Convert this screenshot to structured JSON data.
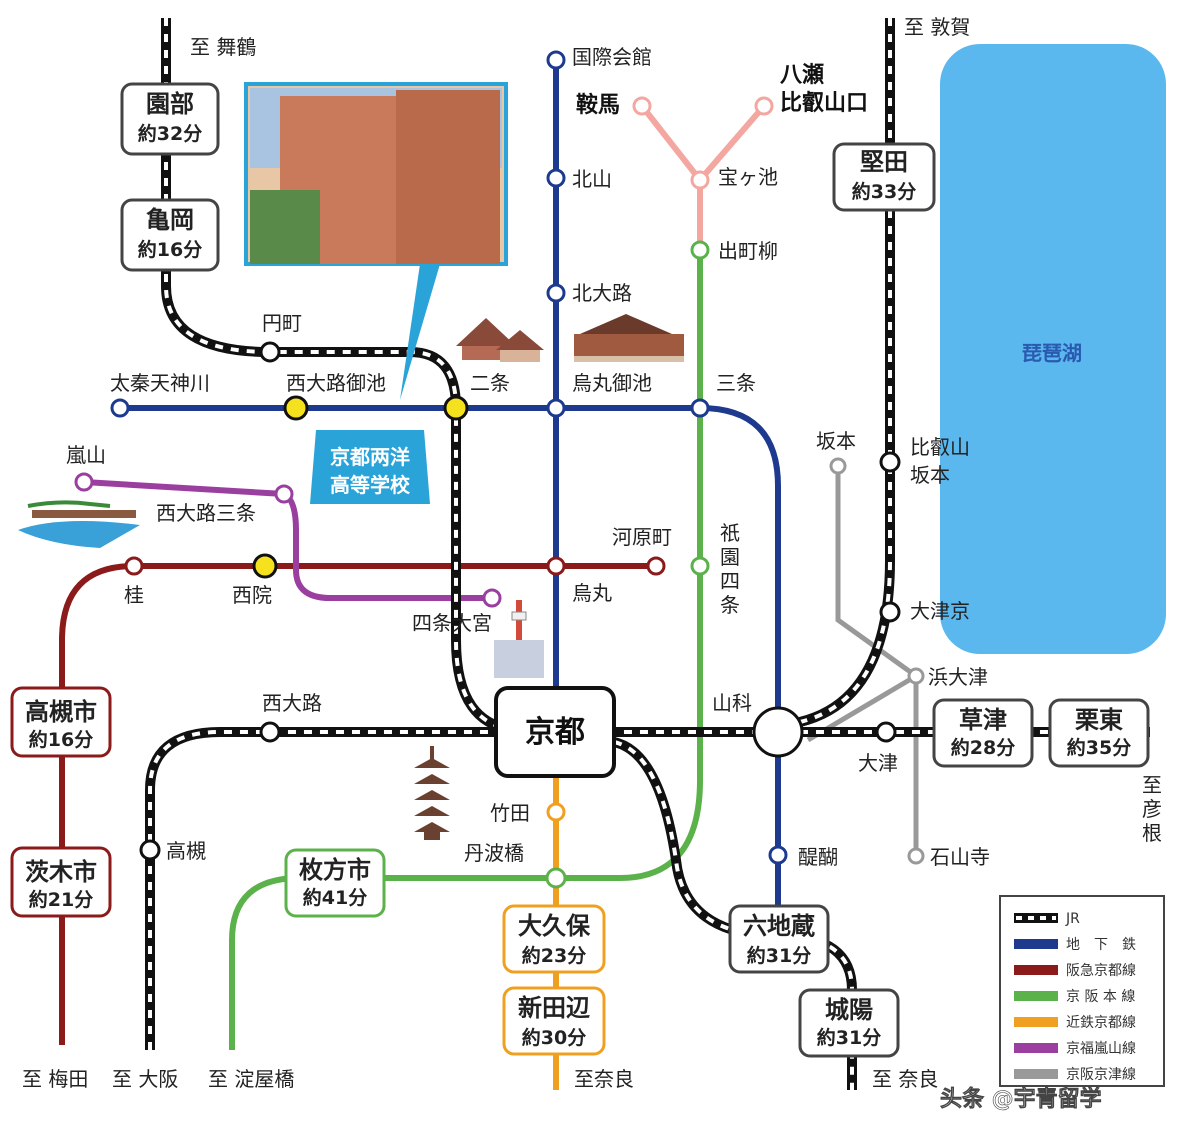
{
  "colors": {
    "jr": "#111111",
    "subway": "#1d3a8f",
    "hankyu": "#8b1a1a",
    "keihan": "#5cb24a",
    "kintetsu": "#f0a020",
    "randen": "#9a3fa0",
    "keishin": "#999999",
    "eizan": "#f3a7a0",
    "lake": "#5ab8ef",
    "school": "#2aa3d8",
    "transfer": "#f5e11e"
  },
  "directions": {
    "maizuru": "至 舞鶴",
    "tsuruga": "至 敦賀",
    "umeda": "至 梅田",
    "osaka": "至 大阪",
    "yodoyabashi": "至 淀屋橋",
    "nara_kintetsu": "至奈良",
    "nara_jr": "至 奈良",
    "hikone": "至\n彦\n根"
  },
  "stations": {
    "kokusai": "国際会館",
    "kitayama": "北山",
    "kitaoji": "北大路",
    "kurama": "鞍馬",
    "yase": "八瀬\n比叡山口",
    "takaragaike": "宝ヶ池",
    "demachi": "出町柳",
    "enmachi": "円町",
    "uzumasa": "太秦天神川",
    "nishioji_oike": "西大路御池",
    "nijo": "二条",
    "karasuma_oike": "烏丸御池",
    "sanjo": "三条",
    "arashiyama": "嵐山",
    "nishioji_sanjo": "西大路三条",
    "kawaramachi": "河原町",
    "gion": "祇\n園\n四\n条",
    "katsura": "桂",
    "saiin": "西院",
    "karasuma": "烏丸",
    "shijo_omiya": "四条大宮",
    "nishioji": "西大路",
    "kyoto": "京都",
    "yamashina": "山科",
    "sakamoto": "坂本",
    "hieizan_sakamoto": "比叡山\n坂本",
    "otsukyo": "大津京",
    "hamaotsu": "浜大津",
    "otsu": "大津",
    "ishiyamadera": "石山寺",
    "takatsuki": "高槻",
    "takeda": "竹田",
    "tanbabashi": "丹波橋",
    "daigo": "醍醐"
  },
  "boxed": {
    "sonobe": {
      "name": "園部",
      "time": "約32分"
    },
    "kameoka": {
      "name": "亀岡",
      "time": "約16分"
    },
    "katata": {
      "name": "堅田",
      "time": "約33分"
    },
    "takatsuki_shi": {
      "name": "高槻市",
      "time": "約16分"
    },
    "ibaraki_shi": {
      "name": "茨木市",
      "time": "約21分"
    },
    "hirakata_shi": {
      "name": "枚方市",
      "time": "約41分"
    },
    "okubo": {
      "name": "大久保",
      "time": "約23分"
    },
    "shintanabe": {
      "name": "新田辺",
      "time": "約30分"
    },
    "rokujizo": {
      "name": "六地蔵",
      "time": "約31分"
    },
    "joyo": {
      "name": "城陽",
      "time": "約31分"
    },
    "kusatsu": {
      "name": "草津",
      "time": "約28分"
    },
    "ritto": {
      "name": "栗東",
      "time": "約35分"
    }
  },
  "lake": "琵琶湖",
  "school": "京都两洋\n高等学校",
  "legend": [
    {
      "key": "jr",
      "label": "JR"
    },
    {
      "key": "subway",
      "label": "地　下　鉄"
    },
    {
      "key": "hankyu",
      "label": "阪急京都線"
    },
    {
      "key": "keihan",
      "label": "京 阪 本 線"
    },
    {
      "key": "kintetsu",
      "label": "近鉄京都線"
    },
    {
      "key": "randen",
      "label": "京福嵐山線"
    },
    {
      "key": "keishin",
      "label": "京阪京津線"
    }
  ],
  "watermark": "头条 @宇青留学"
}
